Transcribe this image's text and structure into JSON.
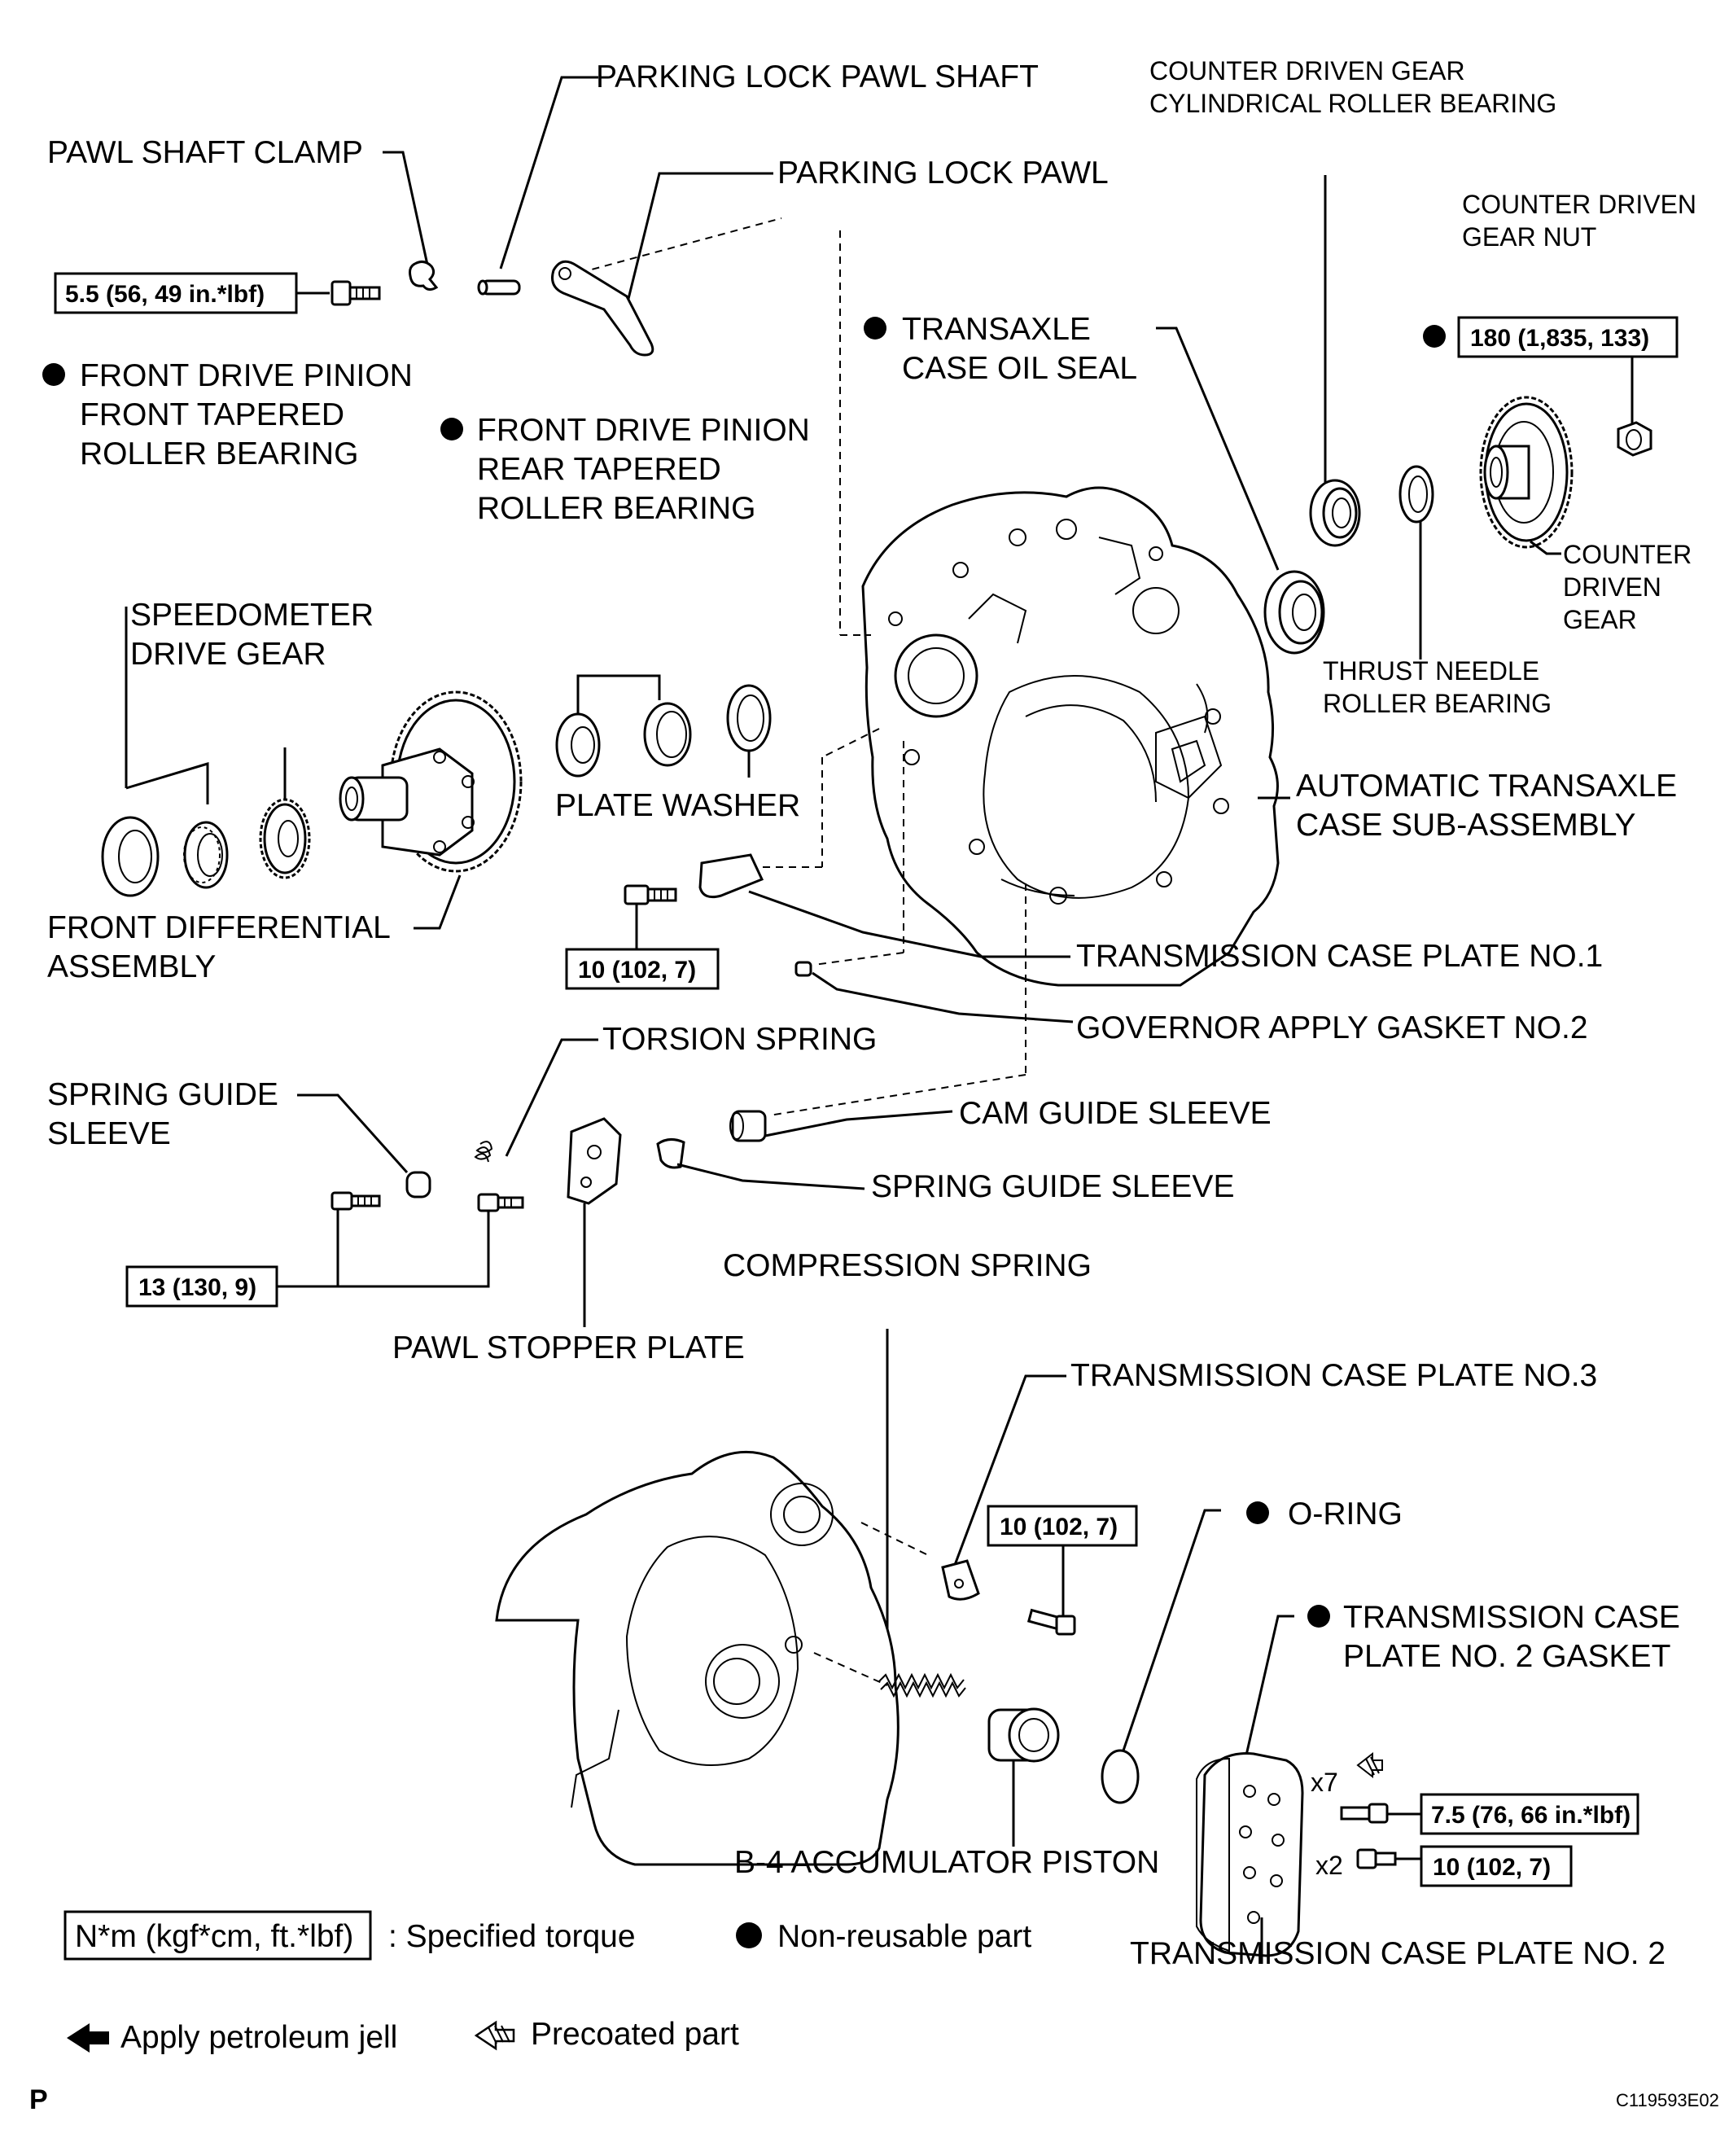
{
  "labels": {
    "parking_lock_pawl_shaft": "PARKING LOCK PAWL SHAFT",
    "pawl_shaft_clamp": "PAWL SHAFT CLAMP",
    "parking_lock_pawl": "PARKING LOCK PAWL",
    "counter_driven_gear_bearing_1": "COUNTER DRIVEN GEAR",
    "counter_driven_gear_bearing_2": "CYLINDRICAL ROLLER BEARING",
    "counter_driven_gear_nut_1": "COUNTER DRIVEN",
    "counter_driven_gear_nut_2": "GEAR NUT",
    "transaxle_case_oil_seal_1": "TRANSAXLE",
    "transaxle_case_oil_seal_2": "CASE OIL SEAL",
    "front_pinion_front_bearing_1": "FRONT DRIVE PINION",
    "front_pinion_front_bearing_2": "FRONT TAPERED",
    "front_pinion_front_bearing_3": "ROLLER BEARING",
    "front_pinion_rear_bearing_1": "FRONT DRIVE PINION",
    "front_pinion_rear_bearing_2": "REAR TAPERED",
    "front_pinion_rear_bearing_3": "ROLLER BEARING",
    "counter_driven_gear_1": "COUNTER",
    "counter_driven_gear_2": "DRIVEN",
    "counter_driven_gear_3": "GEAR",
    "speedometer_drive_gear_1": "SPEEDOMETER",
    "speedometer_drive_gear_2": "DRIVE GEAR",
    "thrust_needle_bearing_1": "THRUST NEEDLE",
    "thrust_needle_bearing_2": "ROLLER BEARING",
    "plate_washer": "PLATE WASHER",
    "automatic_transaxle_case_1": "AUTOMATIC TRANSAXLE",
    "automatic_transaxle_case_2": "CASE SUB-ASSEMBLY",
    "front_differential_1": "FRONT DIFFERENTIAL",
    "front_differential_2": "ASSEMBLY",
    "transmission_case_plate_no1": "TRANSMISSION CASE PLATE NO.1",
    "governor_apply_gasket_no2": "GOVERNOR APPLY GASKET NO.2",
    "torsion_spring": "TORSION SPRING",
    "spring_guide_sleeve_left_1": "SPRING GUIDE",
    "spring_guide_sleeve_left_2": "SLEEVE",
    "cam_guide_sleeve": "CAM GUIDE SLEEVE",
    "spring_guide_sleeve_right": "SPRING GUIDE SLEEVE",
    "compression_spring": "COMPRESSION SPRING",
    "pawl_stopper_plate": "PAWL STOPPER PLATE",
    "transmission_case_plate_no3": "TRANSMISSION CASE PLATE NO.3",
    "o_ring": "O-RING",
    "plate_no2_gasket_1": "TRANSMISSION CASE",
    "plate_no2_gasket_2": "PLATE NO. 2 GASKET",
    "b4_accumulator_piston": "B-4 ACCUMULATOR PISTON",
    "transmission_case_plate_no2": "TRANSMISSION CASE PLATE NO. 2"
  },
  "torques": {
    "pawl_clamp_bolt": "5.5 (56, 49 in.*lbf)",
    "counter_gear_nut": "180 (1,835, 133)",
    "case_plate_no1_bolt": "10 (102, 7)",
    "pawl_stopper_bolts": "13 (130, 9)",
    "case_plate_no3_bolt": "10 (102, 7)",
    "case_plate_no2_precoated": "7.5 (76, 66 in.*lbf)",
    "case_plate_no2_bolts": "10 (102, 7)"
  },
  "quantities": {
    "precoated_bolts": "x7",
    "plain_bolts": "x2"
  },
  "legend": {
    "torque_box": "N*m (kgf*cm, ft.*lbf)",
    "torque_text": ": Specified torque",
    "nonreusable_text": "Non-reusable part",
    "petroleum_text": "Apply petroleum jell",
    "precoated_text": "Precoated part"
  },
  "footer": {
    "page_mark": "P",
    "figure_code": "C119593E02"
  }
}
